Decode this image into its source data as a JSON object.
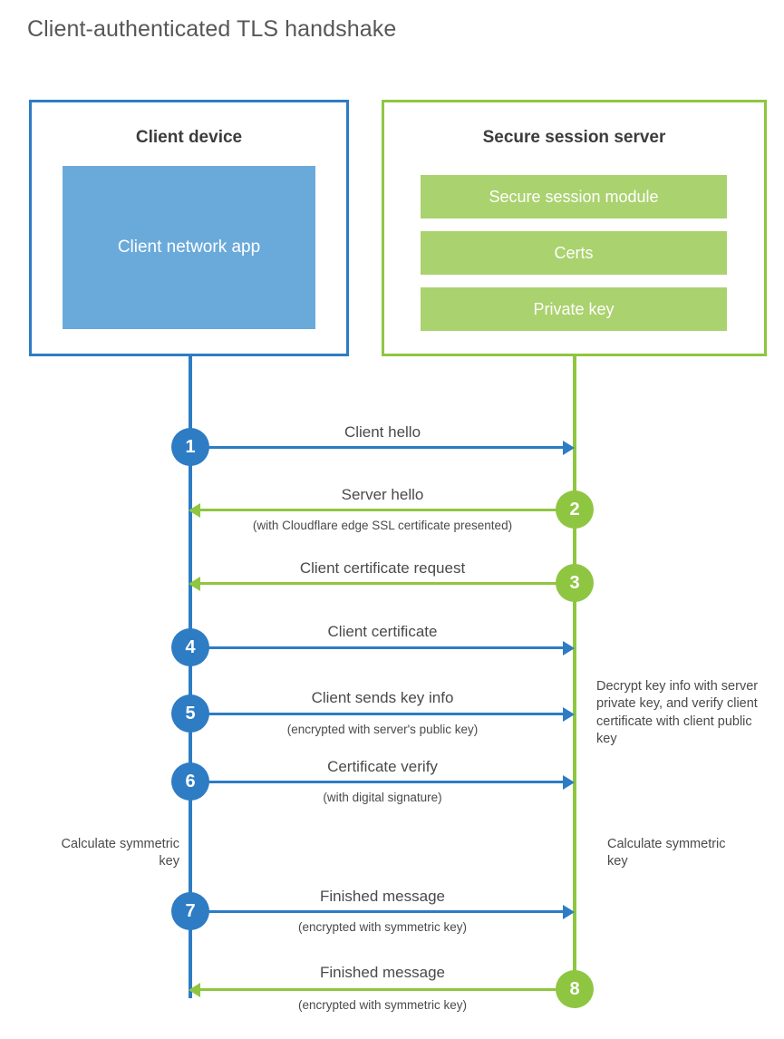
{
  "title": "Client-authenticated TLS handshake",
  "parties": {
    "client": {
      "title": "Client device",
      "app_label": "Client network app",
      "color": "#2d7cc4",
      "app_color": "#6aaada"
    },
    "server": {
      "title": "Secure session server",
      "color": "#8ec641",
      "bar_color": "#aad26e",
      "bars": [
        {
          "label": "Secure session module"
        },
        {
          "label": "Certs"
        },
        {
          "label": "Private key"
        }
      ]
    }
  },
  "steps": [
    {
      "number": "1",
      "label": "Client hello",
      "sublabel": "",
      "direction": "client-to-server",
      "color": "#2d7cc4"
    },
    {
      "number": "2",
      "label": "Server hello",
      "sublabel": "(with Cloudflare edge SSL certificate presented)",
      "direction": "server-to-client",
      "color": "#8ec641"
    },
    {
      "number": "3",
      "label": "Client certificate request",
      "sublabel": "",
      "direction": "server-to-client",
      "color": "#8ec641"
    },
    {
      "number": "4",
      "label": "Client certificate",
      "sublabel": "",
      "direction": "client-to-server",
      "color": "#2d7cc4"
    },
    {
      "number": "5",
      "label": "Client sends key info",
      "sublabel": "(encrypted with server's public key)",
      "direction": "client-to-server",
      "color": "#2d7cc4"
    },
    {
      "number": "6",
      "label": "Certificate verify",
      "sublabel": "(with digital signature)",
      "direction": "client-to-server",
      "color": "#2d7cc4"
    },
    {
      "number": "7",
      "label": "Finished message",
      "sublabel": "(encrypted with symmetric key)",
      "direction": "client-to-server",
      "color": "#2d7cc4"
    },
    {
      "number": "8",
      "label": "Finished message",
      "sublabel": "(encrypted with symmetric key)",
      "direction": "server-to-client",
      "color": "#8ec641"
    }
  ],
  "notes": {
    "decrypt": "Decrypt key info with server private key, and verify client certificate with client public key",
    "calc_client": "Calculate symmetric key",
    "calc_server": "Calculate symmetric key"
  }
}
